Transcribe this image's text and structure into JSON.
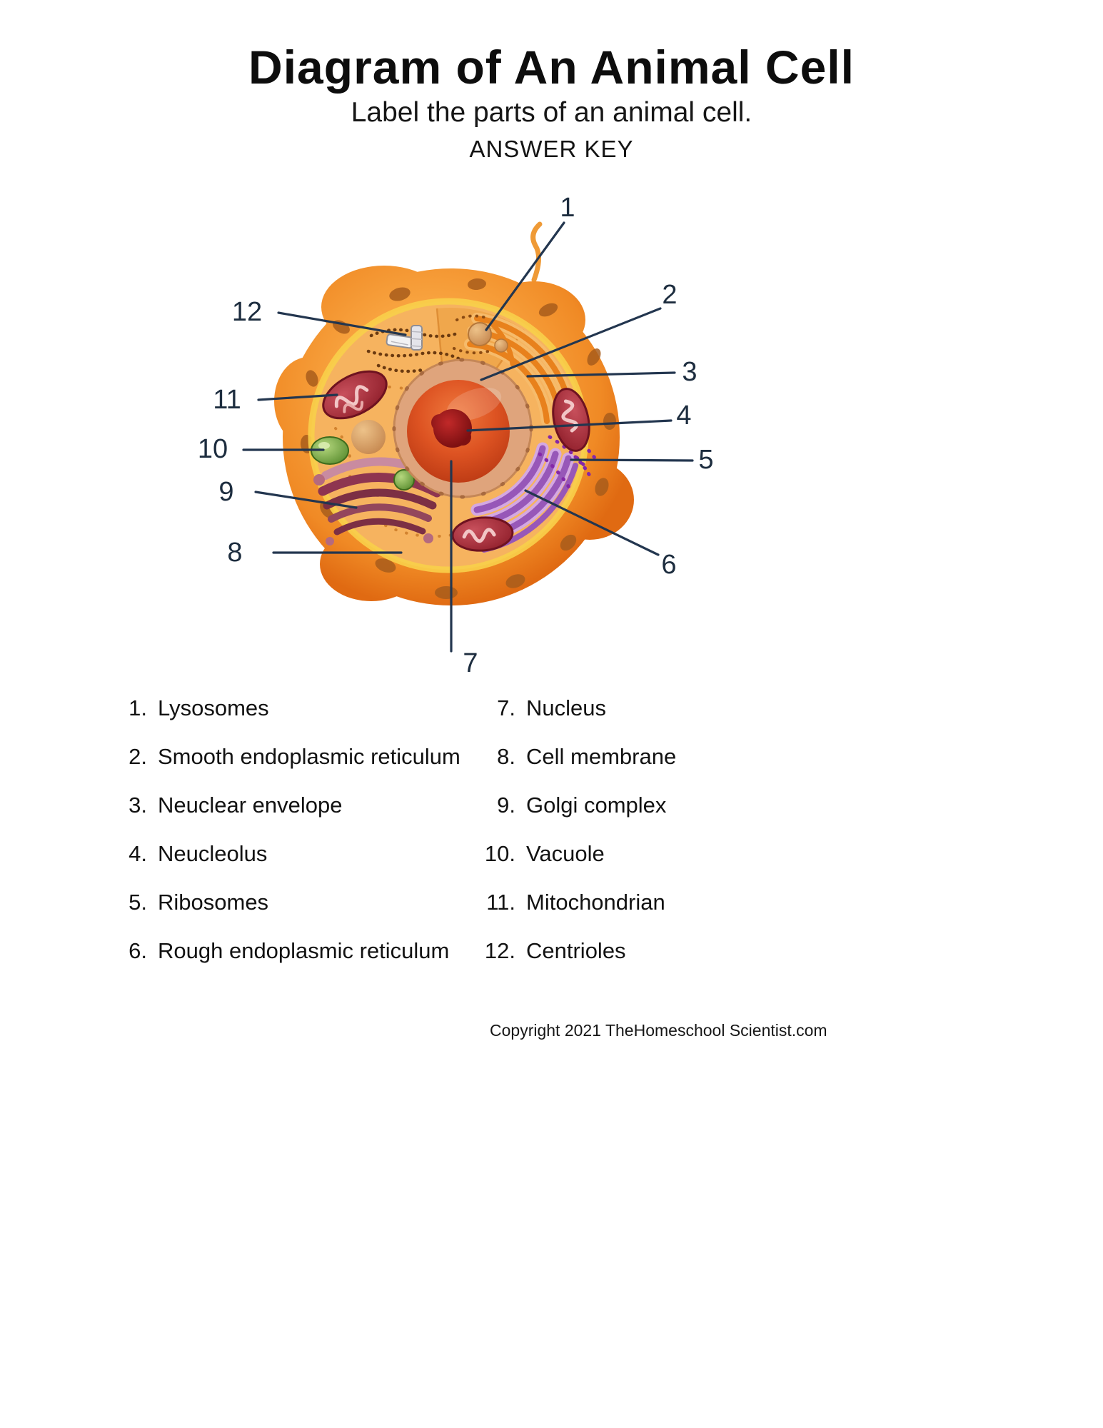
{
  "title": "Diagram of An Animal Cell",
  "subtitle": "Label the parts of an animal cell.",
  "answer_key_heading": "ANSWER KEY",
  "colors": {
    "leader_line": "#23364f",
    "cell_orange": "#f08a25",
    "number_text": "#1d2d3f"
  },
  "diagram": {
    "callouts": [
      "1",
      "2",
      "3",
      "4",
      "5",
      "6",
      "7",
      "8",
      "9",
      "10",
      "11",
      "12"
    ]
  },
  "answer_key": {
    "left": [
      {
        "num": "1.",
        "label": "Lysosomes"
      },
      {
        "num": "2.",
        "label": "Smooth endoplasmic reticulum"
      },
      {
        "num": "3.",
        "label": "Neuclear envelope"
      },
      {
        "num": "4.",
        "label": "Neucleolus"
      },
      {
        "num": "5.",
        "label": "Ribosomes"
      },
      {
        "num": "6.",
        "label": "Rough endoplasmic reticulum"
      }
    ],
    "right": [
      {
        "num": "7.",
        "label": "Nucleus"
      },
      {
        "num": "8.",
        "label": "Cell membrane"
      },
      {
        "num": "9.",
        "label": "Golgi complex"
      },
      {
        "num": "10.",
        "label": "Vacuole"
      },
      {
        "num": "11.",
        "label": "Mitochondrian"
      },
      {
        "num": "12.",
        "label": "Centrioles"
      }
    ]
  },
  "copyright": "Copyright 2021 TheHomeschool Scientist.com"
}
